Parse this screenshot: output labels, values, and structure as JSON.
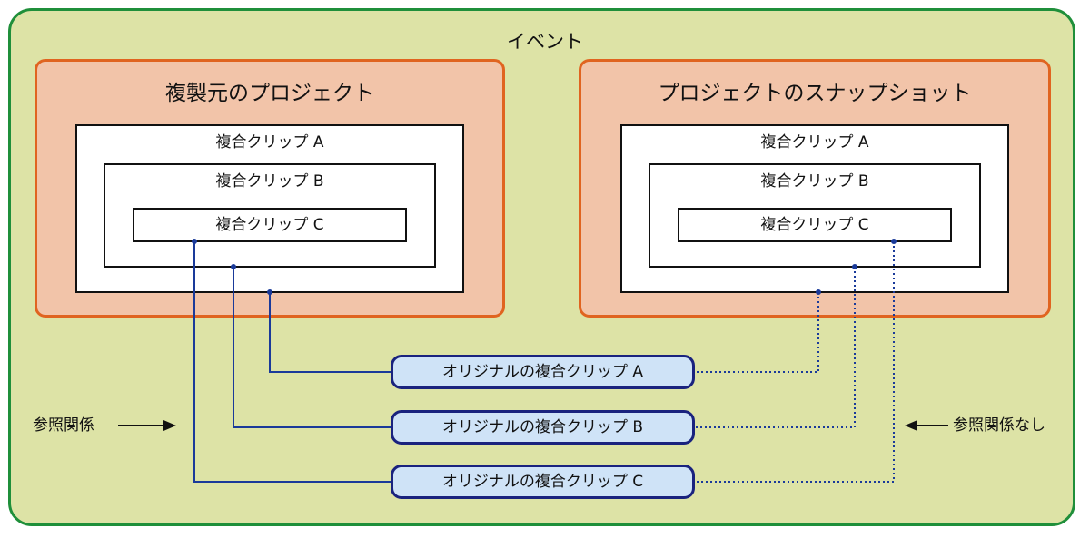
{
  "event": {
    "title": "イベント"
  },
  "source_project": {
    "title": "複製元のプロジェクト",
    "clips": [
      "複合クリップ A",
      "複合クリップ B",
      "複合クリップ C"
    ]
  },
  "snapshot_project": {
    "title": "プロジェクトのスナップショット",
    "clips": [
      "複合クリップ A",
      "複合クリップ B",
      "複合クリップ C"
    ]
  },
  "originals": [
    "オリジナルの複合クリップ A",
    "オリジナルの複合クリップ B",
    "オリジナルの複合クリップ C"
  ],
  "labels": {
    "reference": "参照関係",
    "no_reference": "参照関係なし"
  },
  "colors": {
    "event_bg": "#dde3a6",
    "event_border": "#1f8f3a",
    "project_bg": "#f2c4a9",
    "project_border": "#e06420",
    "original_bg": "#cfe3f7",
    "original_border": "#1a237e",
    "link": "#1a3a9a"
  }
}
